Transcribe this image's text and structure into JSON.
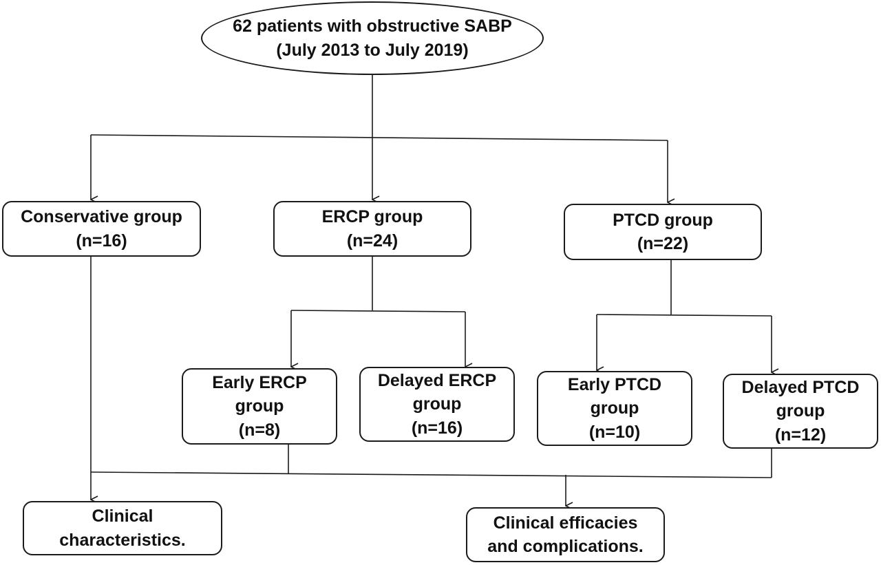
{
  "diagram": {
    "start": {
      "line1": "62 patients with obstructive SABP",
      "line2": "(July 2013 to July 2019)"
    },
    "groups": [
      {
        "id": "conservative",
        "line1": "Conservative group",
        "line2": "(n=16)"
      },
      {
        "id": "ercp",
        "line1": "ERCP group",
        "line2": "(n=24)"
      },
      {
        "id": "ptcd",
        "line1": "PTCD group",
        "line2": "(n=22)"
      }
    ],
    "subgroups": [
      {
        "id": "early-ercp",
        "line1": "Early ERCP",
        "line2": "group",
        "line3": "(n=8)"
      },
      {
        "id": "delayed-ercp",
        "line1": "Delayed ERCP",
        "line2": "group",
        "line3": "(n=16)"
      },
      {
        "id": "early-ptcd",
        "line1": "Early PTCD",
        "line2": "group",
        "line3": "(n=10)"
      },
      {
        "id": "delayed-ptcd",
        "line1": "Delayed PTCD",
        "line2": "group",
        "line3": "(n=12)"
      }
    ],
    "outcomes": [
      {
        "id": "clinical-characteristics",
        "line1": "Clinical",
        "line2": "characteristics."
      },
      {
        "id": "clinical-efficacies",
        "line1": "Clinical efficacies",
        "line2": "and complications."
      }
    ]
  }
}
